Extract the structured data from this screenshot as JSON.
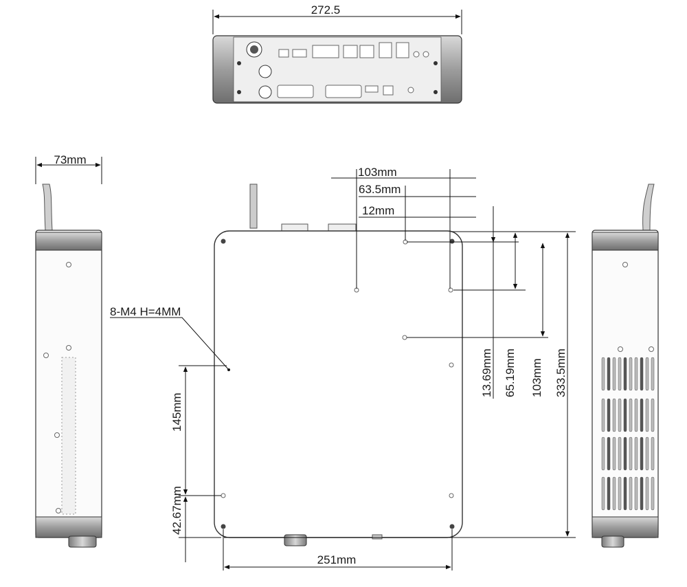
{
  "dimensions": {
    "front_width": "272.5",
    "side_depth": "73mm",
    "hole_spacing_103_top": "103mm",
    "hole_offset_63": "63.5mm",
    "hole_offset_12": "12mm",
    "callout_screws": "8-M4  H=4MM",
    "vert_145": "145mm",
    "vert_42": "42.67mm",
    "vert_13": "13.69mm",
    "vert_65": "65.19mm",
    "vert_103": "103mm",
    "vert_333": "333.5mm",
    "bottom_width": "251mm"
  },
  "colors": {
    "outline": "#333333",
    "panel": "#a9a9a9",
    "panel_dark": "#6f6f6f",
    "line": "#111111"
  }
}
